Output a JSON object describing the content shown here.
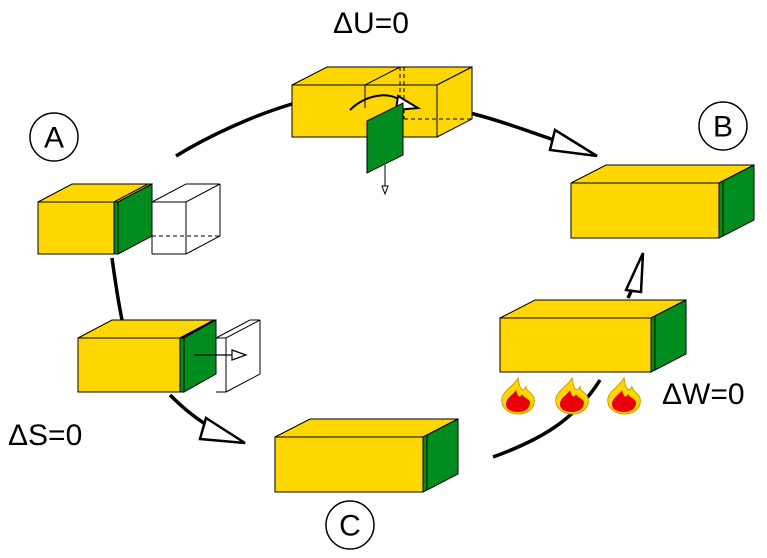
{
  "states": {
    "a": "A",
    "b": "B",
    "c": "C"
  },
  "annotations": {
    "delta_u": "ΔU=0",
    "delta_s": "ΔS=0",
    "delta_w": "ΔW=0"
  },
  "colors": {
    "box_front": "#FFD700",
    "box_top": "#FFD700",
    "piston": "#008C1E",
    "flame_outer": "#FFD700",
    "flame_inner": "#E8000B",
    "line": "#000000"
  }
}
